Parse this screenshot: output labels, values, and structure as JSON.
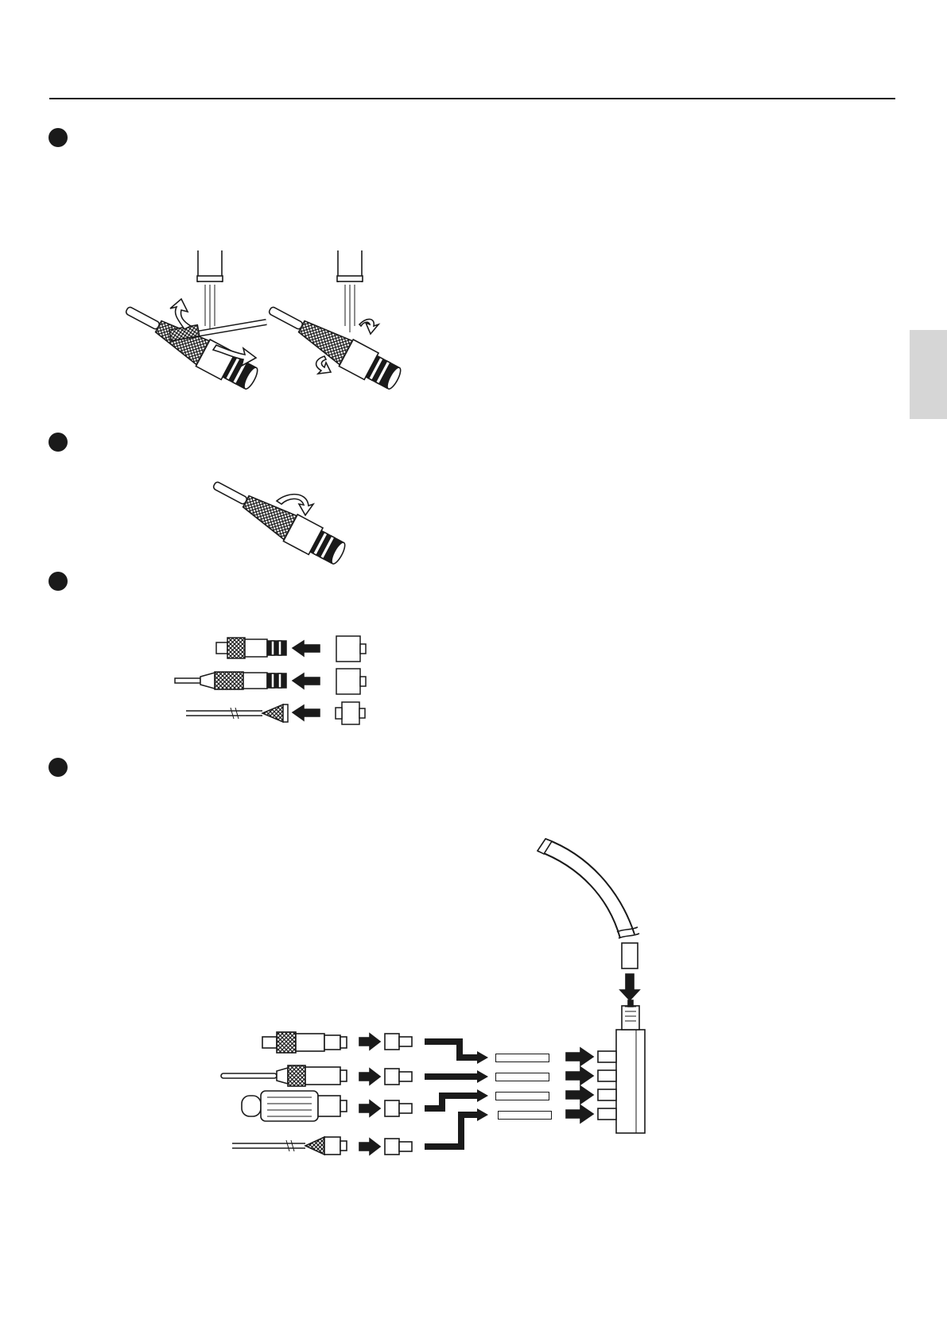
{
  "page": {
    "section_markers": [
      {
        "id": "step-1",
        "symbol": "●"
      },
      {
        "id": "step-2",
        "symbol": "●"
      },
      {
        "id": "step-3",
        "symbol": "●"
      },
      {
        "id": "step-4",
        "symbol": "●"
      }
    ],
    "side_tab": {
      "color": "#d6d6d6"
    },
    "accent": "#1a1a1a"
  },
  "figures": {
    "step1": {
      "icons": [
        "brush-icon",
        "water-tap-icon",
        "handpiece-icon",
        "rotate-arrow-icon"
      ]
    },
    "step2": {
      "icons": [
        "handpiece-icon",
        "rotate-arrow-icon"
      ]
    },
    "step3": {
      "icons": [
        "motor-icon",
        "scaler-icon",
        "syringe-icon",
        "cap-icon",
        "arrow-left-icon"
      ]
    },
    "step4": {
      "icons": [
        "hose-icon",
        "manifold-icon",
        "adapter-icon",
        "arrow-right-icon",
        "arrow-down-icon"
      ]
    }
  }
}
